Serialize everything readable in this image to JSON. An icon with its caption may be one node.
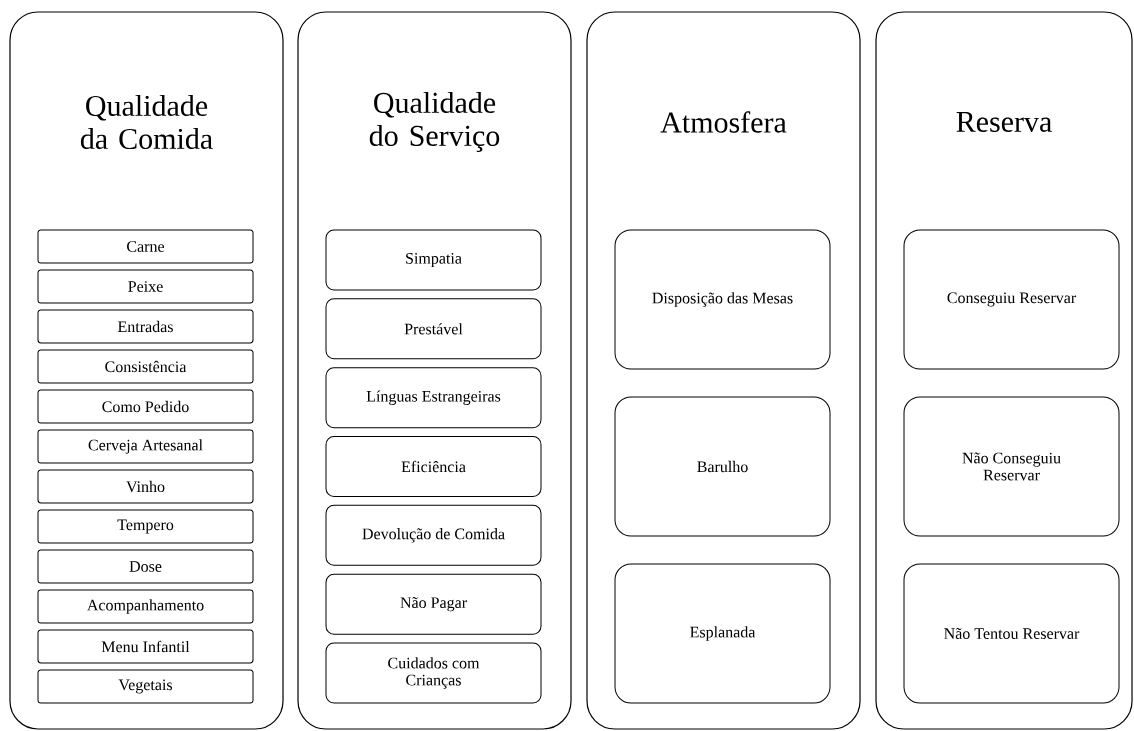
{
  "diagram": {
    "nodes": [
      {
        "text": [
          "Qualidade da Comida"
        ]
      },
      {
        "text": [
          "Carne"
        ],
        "in": 0
      },
      {
        "text": [
          "Peixe"
        ],
        "in": 0
      },
      {
        "text": [
          "Entradas"
        ],
        "in": 0
      },
      {
        "text": [
          "Consistência"
        ],
        "in": 0
      },
      {
        "text": [
          "Como Pedido"
        ],
        "in": 0
      },
      {
        "text": [
          "Cerveja Artesanal"
        ],
        "in": 0
      },
      {
        "text": [
          "Vinho"
        ],
        "in": 0
      },
      {
        "text": [
          "Tempero"
        ],
        "in": 0
      },
      {
        "text": [
          "Dose"
        ],
        "in": 0
      },
      {
        "text": [
          "Acompanhamento"
        ],
        "in": 0
      },
      {
        "text": [
          "Menu Infantil"
        ],
        "in": 0
      },
      {
        "text": [
          "Vegetais"
        ],
        "in": 0
      },
      {
        "text": [
          "Qualidade do Serviço"
        ]
      },
      {
        "text": [
          "Simpatia"
        ],
        "in": 13
      },
      {
        "text": [
          "Prestável"
        ],
        "in": 13
      },
      {
        "text": [
          "Línguas Estrangeiras"
        ],
        "in": 13
      },
      {
        "text": [
          "Eficiência"
        ],
        "in": 13
      },
      {
        "text": [
          "Devolução de Comida"
        ],
        "in": 13
      },
      {
        "text": [
          "Não Pagar"
        ],
        "in": 13
      },
      {
        "text": [
          "Cuidados com Crianças"
        ],
        "in": 13
      },
      {
        "text": [
          "Atmosfera"
        ]
      },
      {
        "text": [
          "Disposição das Mesas"
        ],
        "in": 21
      },
      {
        "text": [
          "Barulho"
        ],
        "in": 21
      },
      {
        "text": [
          "Esplanada"
        ],
        "in": 21
      },
      {
        "text": [
          "Reserva"
        ]
      },
      {
        "text": [
          "Conseguiu Reservar"
        ],
        "in": 25
      },
      {
        "text": [
          "Não Conseguiu Reservar"
        ],
        "in": 25
      },
      {
        "text": [
          "Não Tentou Reservar"
        ],
        "in": 25
      }
    ]
  }
}
